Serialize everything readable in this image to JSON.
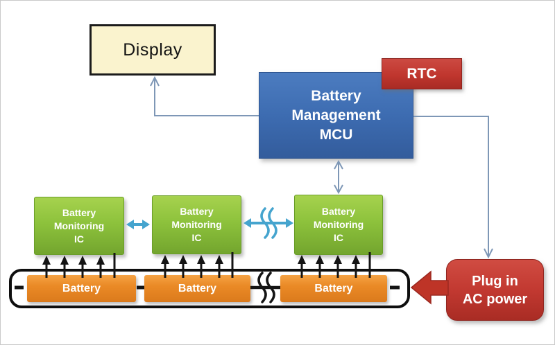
{
  "nodes": {
    "display": {
      "label": "Display"
    },
    "mcu": {
      "label": "Battery\nManagement\nMCU"
    },
    "rtc": {
      "label": "RTC"
    },
    "monitoring_ics": [
      {
        "label": "Battery\nMonitoring\nIC"
      },
      {
        "label": "Battery\nMonitoring\nIC"
      },
      {
        "label": "Battery\nMonitoring\nIC"
      }
    ],
    "batteries": [
      {
        "label": "Battery"
      },
      {
        "label": "Battery"
      },
      {
        "label": "Battery"
      }
    ],
    "plug": {
      "label": "Plug in\nAC power"
    }
  },
  "colors": {
    "display_fill": "#FAF3CE",
    "display_border": "#1B1B1B",
    "mcu_fill": "#3D6CB1",
    "mcu_fill_dark": "#335C9C",
    "rtc_fill": "#C0362E",
    "rtc_fill_dark": "#A82B24",
    "ic_fill": "#8DC23C",
    "ic_fill_dark": "#73A52E",
    "battery_fill": "#EA8A26",
    "battery_fill_dark": "#DB7A1C",
    "plug_fill": "#C23931",
    "plug_fill_dark": "#A92C24",
    "connector_blue": "#7E97B6",
    "bus_cyan": "#45A4CE",
    "wire_black": "#141414",
    "power_red": "#BE3427"
  }
}
